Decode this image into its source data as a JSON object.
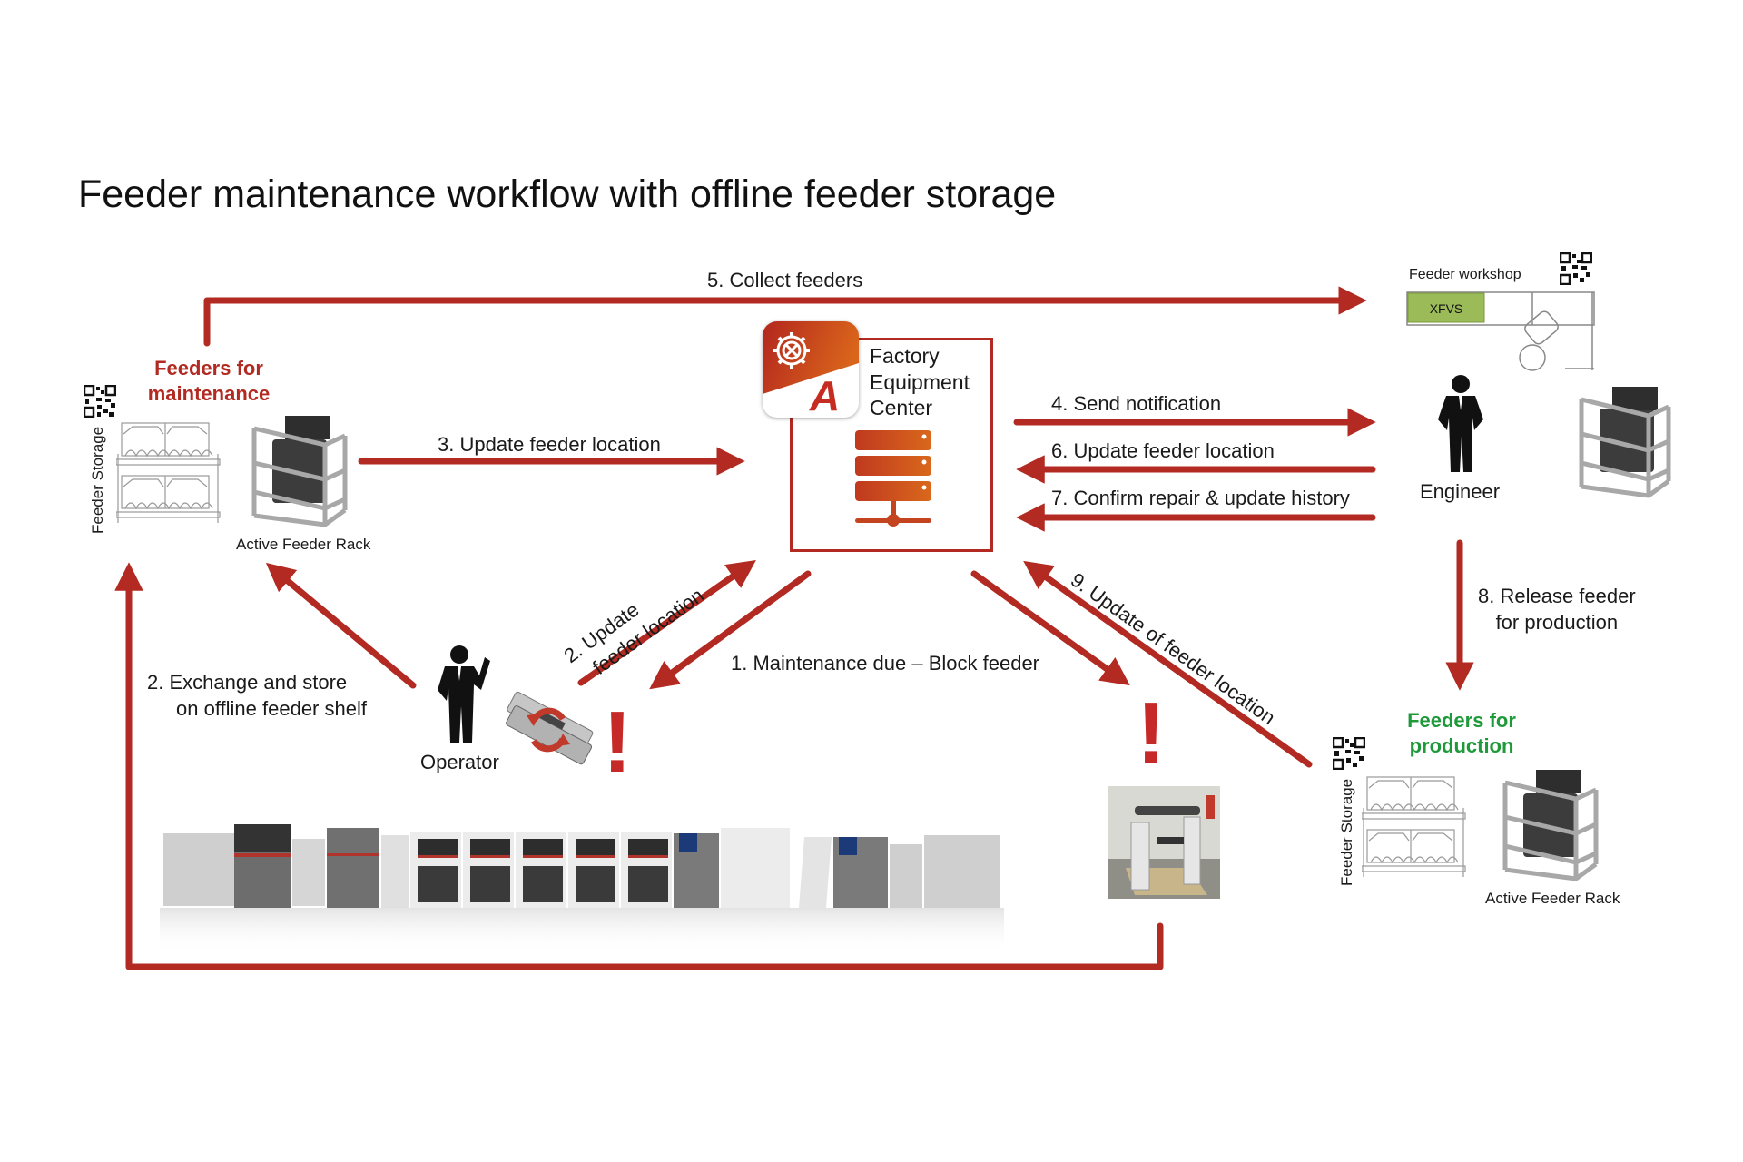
{
  "title": "Feeder maintenance workflow with offline feeder storage",
  "colors": {
    "arrow": "#b22a22",
    "maintenance_heading": "#b22a22",
    "production_heading": "#1f9a3a",
    "xfvs_fill": "#9bbb59",
    "server_orange": "#d2581f"
  },
  "center": {
    "name_lines": [
      "Factory",
      "Equipment",
      "Center"
    ],
    "logo_icon": "gear-wrench-icon",
    "logo_letter": "A",
    "server_icon": "server-network-icon"
  },
  "left_storage": {
    "heading_lines": [
      "Feeders for",
      "maintenance"
    ],
    "storage_label": "Feeder Storage",
    "rack_label": "Active Feeder Rack",
    "qr_icon": "qr-code-icon"
  },
  "right_storage": {
    "heading_lines": [
      "Feeders for",
      "production"
    ],
    "storage_label": "Feeder Storage",
    "rack_label": "Active Feeder Rack",
    "qr_icon": "qr-code-icon"
  },
  "workshop": {
    "label": "Feeder workshop",
    "station": "XFVS"
  },
  "actors": {
    "engineer": "Engineer",
    "operator": "Operator"
  },
  "steps": {
    "s1": "1. Maintenance due – Block feeder",
    "s2a_lines": [
      "2. Update",
      "feeder location"
    ],
    "s2b_lines": [
      "2. Exchange and store",
      "on offline feeder shelf"
    ],
    "s3": "3. Update feeder location",
    "s4": "4. Send notification",
    "s5": "5. Collect feeders",
    "s6": "6. Update feeder location",
    "s7": "7. Confirm repair & update history",
    "s8_lines": [
      "8. Release feeder",
      "for production"
    ],
    "s9": "9. Update of feeder location"
  },
  "alerts": {
    "symbol": "!"
  }
}
